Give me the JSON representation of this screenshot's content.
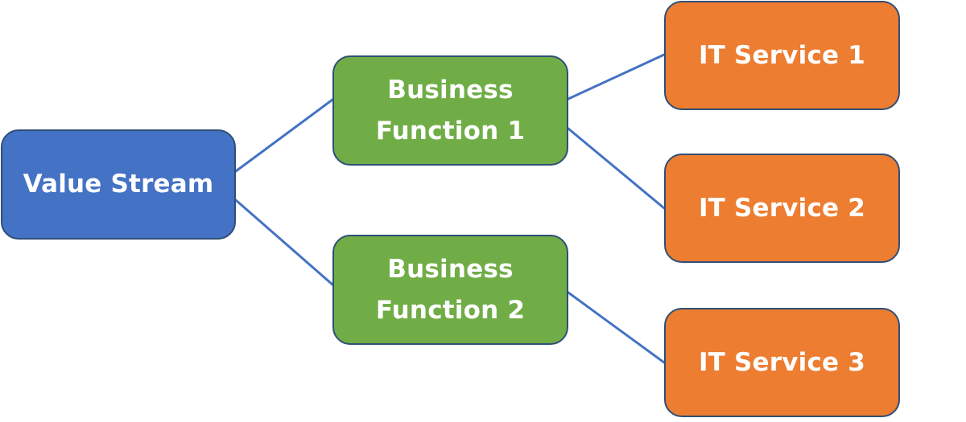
{
  "colors": {
    "value_stream": "#4472c4",
    "business_function": "#70ad47",
    "it_service": "#ed7d31",
    "connector": "#4472c4"
  },
  "nodes": {
    "value_stream": {
      "label": "Value Stream"
    },
    "business_function_1": {
      "label": "Business\nFunction 1"
    },
    "business_function_2": {
      "label": "Business\nFunction 2"
    },
    "it_service_1": {
      "label": "IT Service 1"
    },
    "it_service_2": {
      "label": "IT Service 2"
    },
    "it_service_3": {
      "label": "IT Service 3"
    }
  },
  "edges": [
    {
      "from": "value_stream",
      "to": "business_function_1"
    },
    {
      "from": "value_stream",
      "to": "business_function_2"
    },
    {
      "from": "business_function_1",
      "to": "it_service_1"
    },
    {
      "from": "business_function_1",
      "to": "it_service_2"
    },
    {
      "from": "business_function_2",
      "to": "it_service_3"
    }
  ]
}
